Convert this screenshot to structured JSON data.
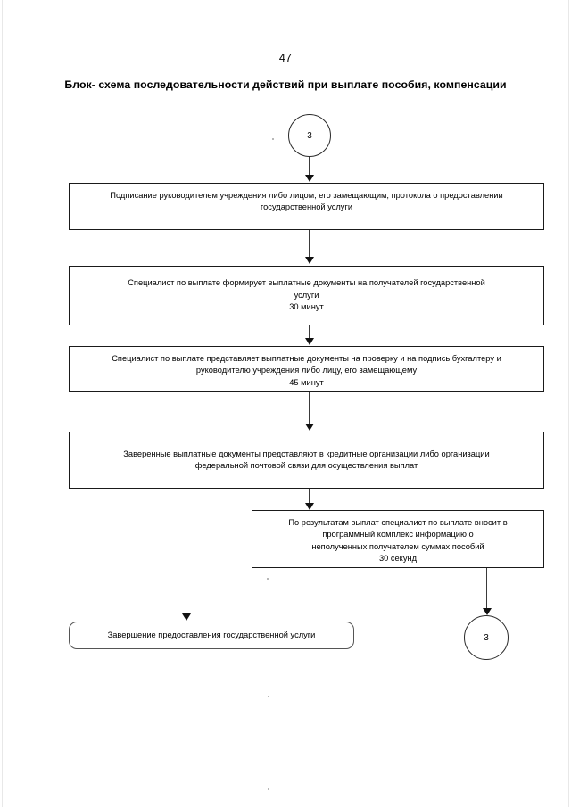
{
  "document": {
    "page_number": "47",
    "title": "Блок- схема последовательности действий при выплате пособия, компенсации"
  },
  "flowchart": {
    "type": "flowchart",
    "connector_in": {
      "label": "3"
    },
    "connector_out": {
      "label": "3"
    },
    "nodes": [
      {
        "id": "sign-protocol",
        "shape": "rectangle",
        "text": "Подписание руководителем учреждения либо лицом, его замещающим, протокола о предоставлении\nгосударственной услуги"
      },
      {
        "id": "form-documents",
        "shape": "rectangle",
        "text": "Специалист по выплате формирует выплатные документы на получателей государственной\nуслуги\n30 минут",
        "duration": "30 минут"
      },
      {
        "id": "submit-for-check",
        "shape": "rectangle",
        "text": "Специалист по выплате представляет выплатные документы на проверку и на подпись бухгалтеру  и\nруководителю учреждения либо лицу, его замещающему\n45 минут",
        "duration": "45 минут"
      },
      {
        "id": "send-to-banks",
        "shape": "rectangle",
        "text": "Заверенные выплатные документы представляют в кредитные организации либо организации\nфедеральной почтовой связи для осуществления выплат"
      },
      {
        "id": "register-unpaid",
        "shape": "rectangle",
        "text": "По результатам выплат специалист по выплате вносит в\nпрограммный комплекс информацию о\nнеполученных получателем суммах пособий\n30 секунд",
        "duration": "30 секунд"
      },
      {
        "id": "service-complete",
        "shape": "rounded-rectangle",
        "text": "Завершение предоставления государственной услуги"
      }
    ],
    "edges": [
      {
        "from": "connector_in",
        "to": "sign-protocol"
      },
      {
        "from": "sign-protocol",
        "to": "form-documents"
      },
      {
        "from": "form-documents",
        "to": "submit-for-check"
      },
      {
        "from": "submit-for-check",
        "to": "send-to-banks"
      },
      {
        "from": "send-to-banks",
        "to": "register-unpaid"
      },
      {
        "from": "send-to-banks",
        "to": "service-complete"
      },
      {
        "from": "register-unpaid",
        "to": "connector_out"
      }
    ]
  },
  "colors": {
    "ink": "#000000",
    "line": "#3a3a3a",
    "paper": "#ffffff"
  }
}
